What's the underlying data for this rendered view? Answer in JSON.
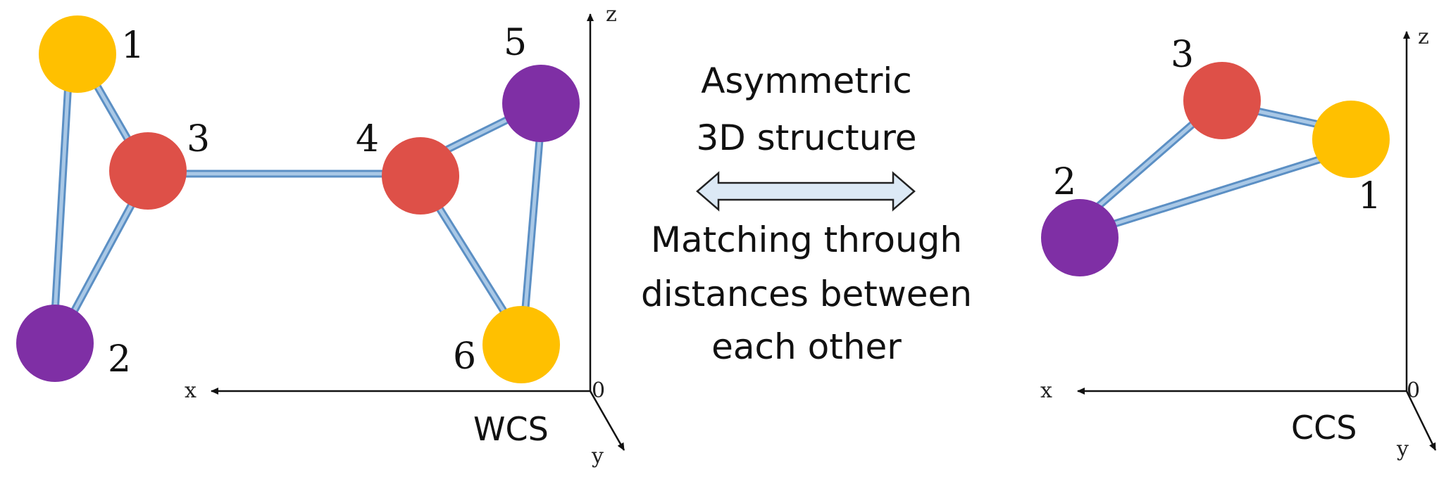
{
  "colors": {
    "atom_yellow": "#FFC000",
    "atom_red": "#DE5048",
    "atom_purple": "#7F2FA5",
    "bond_fill": "#A9C8E6",
    "bond_edge": "#5B8FC4",
    "arrow_fill": "#DCE9F5",
    "arrow_stroke": "#222222",
    "axis": "#111111"
  },
  "wcs": {
    "atoms": [
      {
        "label": "1",
        "color": "atom_yellow"
      },
      {
        "label": "2",
        "color": "atom_purple"
      },
      {
        "label": "3",
        "color": "atom_red"
      },
      {
        "label": "4",
        "color": "atom_red"
      },
      {
        "label": "5",
        "color": "atom_purple"
      },
      {
        "label": "6",
        "color": "atom_yellow"
      }
    ],
    "bonds": [
      [
        "1",
        "3"
      ],
      [
        "1",
        "2"
      ],
      [
        "2",
        "3"
      ],
      [
        "3",
        "4"
      ],
      [
        "4",
        "5"
      ],
      [
        "4",
        "6"
      ],
      [
        "5",
        "6"
      ]
    ],
    "axes": {
      "x": "x",
      "y": "y",
      "z": "z",
      "origin": "0"
    },
    "frame_label": "WCS"
  },
  "ccs": {
    "atoms": [
      {
        "label": "1",
        "color": "atom_yellow"
      },
      {
        "label": "2",
        "color": "atom_purple"
      },
      {
        "label": "3",
        "color": "atom_red"
      }
    ],
    "bonds": [
      [
        "2",
        "3"
      ],
      [
        "3",
        "1"
      ],
      [
        "2",
        "1"
      ]
    ],
    "axes": {
      "x": "x",
      "y": "y",
      "z": "z",
      "origin": "0"
    },
    "frame_label": "CCS"
  },
  "center_text": {
    "top_line1": "Asymmetric",
    "top_line2": "3D structure",
    "bottom_line1": "Matching through",
    "bottom_line2": "distances between",
    "bottom_line3": "each other"
  }
}
